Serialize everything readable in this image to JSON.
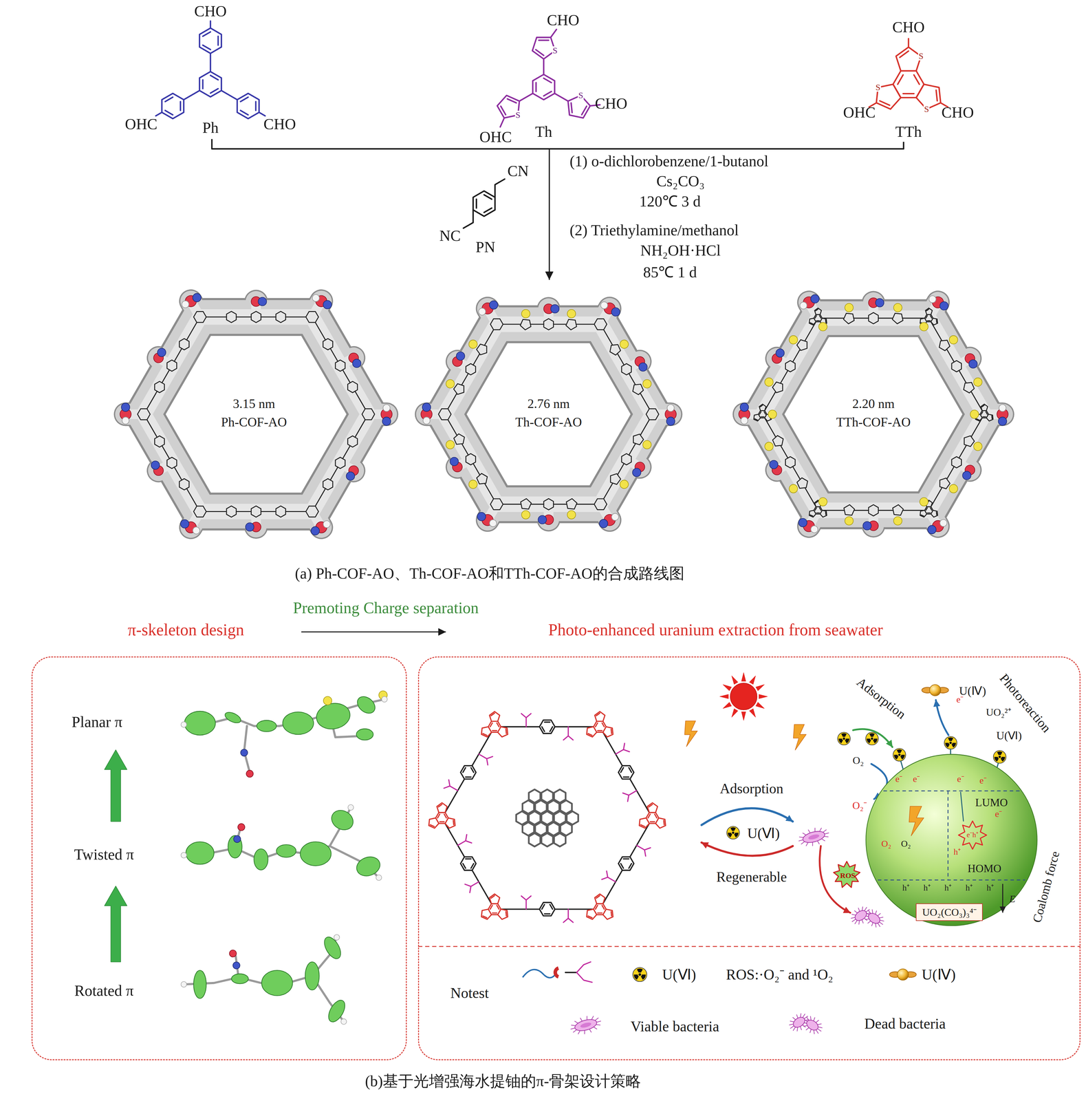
{
  "diagram": {
    "caption": "(b)基于光增强海水提铀的π-骨架设计策略",
    "nodes": [
      {
        "text": [
          "Planar π",
          "Twisted π",
          "Rotated π"
        ]
      },
      {
        "text": [
          "Adsorption",
          "U(Ⅵ)",
          "Regenerable",
          "Adsorption",
          "Photoreaction",
          "U(Ⅳ)",
          "UO₂²⁺",
          "U(Ⅵ)",
          "e⁻",
          "O₂",
          "O₂⁻",
          "ROS",
          "Coalomb force",
          "Notest"
        ]
      },
      {
        "text": [
          "LUMO",
          "HOMO",
          "O₂",
          "O₂",
          "e⁻",
          "e⁻",
          "e⁻",
          "e⁻",
          "e⁻",
          "e⁻h⁺",
          "h⁺",
          "h⁺",
          "h⁺",
          "h⁺",
          "h⁺",
          "h⁺"
        ],
        "in": 1
      },
      {
        "text": [
          "UO₂(CO₃)₃⁴⁻"
        ],
        "in": 1
      }
    ],
    "labels": [
      "CHO",
      "OHC",
      "CHO",
      "Ph",
      "CHO",
      "OHC",
      "CHO",
      "Th",
      "S",
      "S",
      "S",
      "CHO",
      "OHC",
      "CHO",
      "TTh",
      "S",
      "S",
      "S",
      "CN",
      "NC",
      "PN",
      "(1) o-dichlorobenzene/1-butanol",
      "Cs₂CO₃",
      "120℃ 3 d",
      "(2) Triethylamine/methanol",
      "NH₂OH·HCl",
      "85℃ 1 d",
      "3.15 nm",
      "Ph-COF-AO",
      "2.76 nm",
      "Th-COF-AO",
      "2.20 nm",
      "TTh-COF-AO",
      "(a) Ph-COF-AO、Th-COF-AO和TTh-COF-AO的合成路线图",
      "π-skeleton design",
      "Premoting Charge separation",
      "Photo-enhanced uranium extraction from seawater",
      "E"
    ],
    "legend": [
      {
        "text": "U(Ⅵ)"
      },
      {
        "text": "ROS:·O₂⁻ and ¹O₂"
      },
      {
        "text": "U(Ⅳ)"
      },
      {
        "text": "Viable bacteria"
      },
      {
        "text": "Dead bacteria"
      }
    ]
  }
}
